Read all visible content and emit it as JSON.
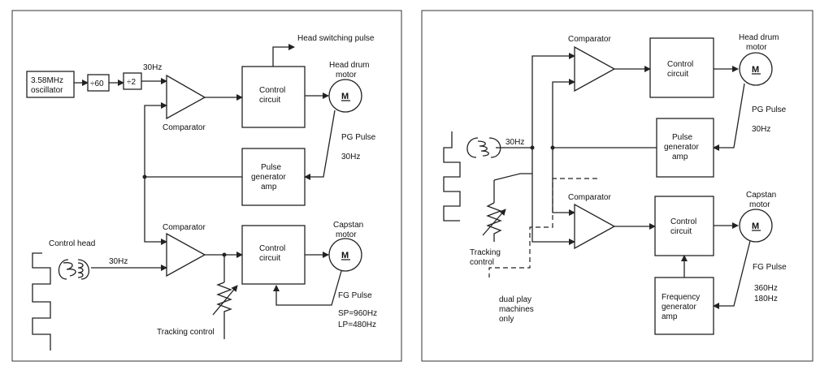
{
  "left": {
    "oscillator_1": "3.58MHz",
    "oscillator_2": "oscillator",
    "div60": "÷60",
    "div2": "÷2",
    "freq_30hz_top": "30Hz",
    "head_switching": "Head switching pulse",
    "control_circuit_1": "Control",
    "control_circuit_2": "circuit",
    "head_drum_1": "Head drum",
    "head_drum_2": "motor",
    "motor_m": "M",
    "comparator_top": "Comparator",
    "pg_pulse": "PG Pulse",
    "pg_freq": "30Hz",
    "pulse_gen_1": "Pulse",
    "pulse_gen_2": "generator",
    "pulse_gen_3": "amp",
    "comparator_bottom": "Comparator",
    "capstan_1": "Capstan",
    "capstan_2": "motor",
    "control_head": "Control head",
    "freq_30hz_ctrl": "30Hz",
    "control_circuit2_1": "Control",
    "control_circuit2_2": "circuit",
    "motor_m2": "M",
    "fg_pulse": "FG Pulse",
    "sp": "SP=960Hz",
    "lp": "LP=480Hz",
    "tracking": "Tracking control"
  },
  "right": {
    "comparator_top": "Comparator",
    "control_circuit_1": "Control",
    "control_circuit_2": "circuit",
    "head_drum_1": "Head drum",
    "head_drum_2": "motor",
    "motor_m": "M",
    "pg_pulse": "PG Pulse",
    "pg_freq": "30Hz",
    "freq_30hz": "30Hz",
    "pulse_gen_1": "Pulse",
    "pulse_gen_2": "generator",
    "pulse_gen_3": "amp",
    "comparator_bottom": "Comparator",
    "capstan_1": "Capstan",
    "capstan_2": "motor",
    "control_circuit2_1": "Control",
    "control_circuit2_2": "circuit",
    "motor_m2": "M",
    "tracking_1": "Tracking",
    "tracking_2": "control",
    "fg_pulse": "FG Pulse",
    "fg_360": "360Hz",
    "fg_180": "180Hz",
    "freq_gen_1": "Frequency",
    "freq_gen_2": "generator",
    "freq_gen_3": "amp",
    "dual_1": "dual play",
    "dual_2": "machines",
    "dual_3": "only"
  }
}
